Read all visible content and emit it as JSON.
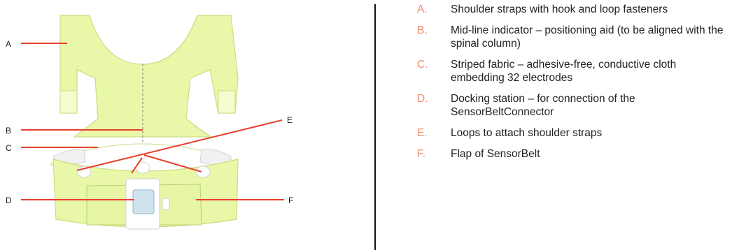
{
  "diagram": {
    "callout_labels": [
      "A",
      "B",
      "C",
      "D",
      "E",
      "F"
    ],
    "colors": {
      "fabric": "#e8f7a8",
      "fabric_outline": "#c9dd84",
      "leader_line": "#e8402c",
      "legend_letter": "#f08a6e",
      "divider": "#111111"
    }
  },
  "legend": [
    {
      "letter": "A.",
      "text": "Shoulder straps with hook and loop fasteners"
    },
    {
      "letter": "B.",
      "text": "Mid-line indicator – positioning aid (to be aligned with the spinal column)"
    },
    {
      "letter": "C.",
      "text": "Striped fabric – adhesive-free, conductive cloth embedding 32 electrodes"
    },
    {
      "letter": "D.",
      "text": "Docking station – for connection of the SensorBeltConnector"
    },
    {
      "letter": "E.",
      "text": "Loops to attach shoulder straps"
    },
    {
      "letter": "F.",
      "text": "Flap of SensorBelt"
    }
  ]
}
